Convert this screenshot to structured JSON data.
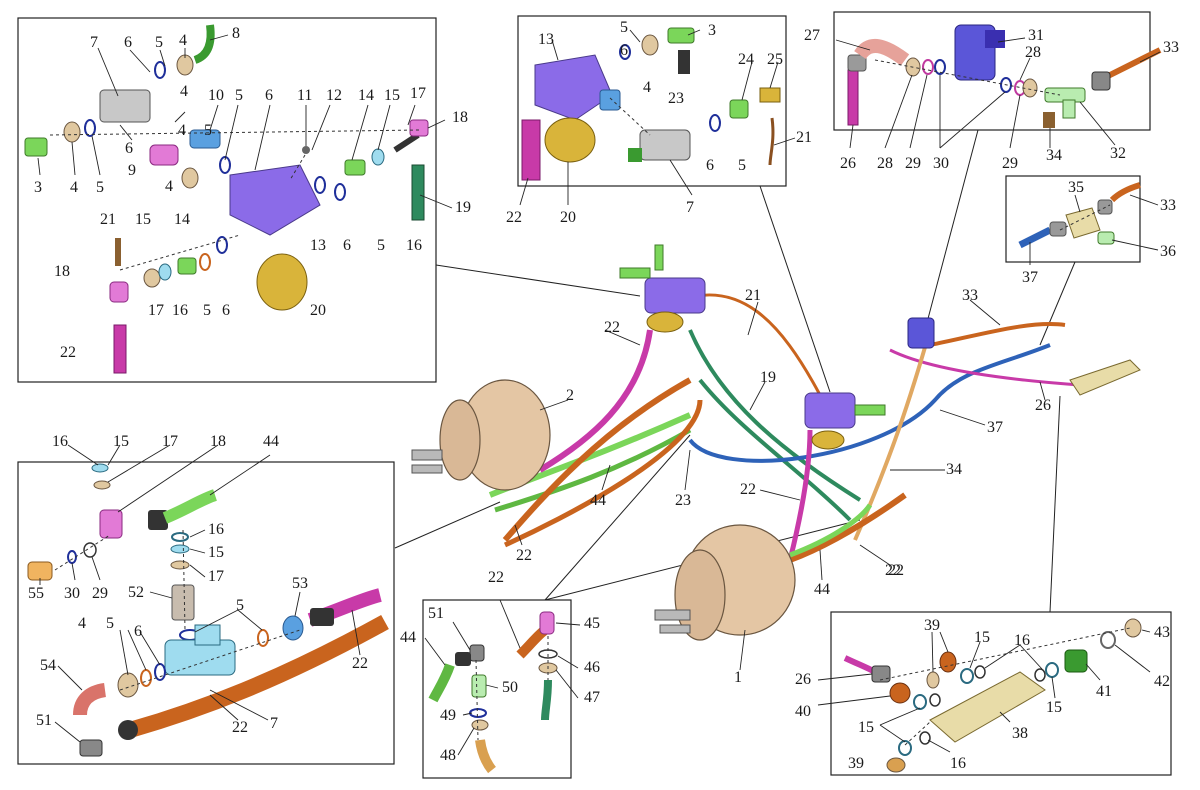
{
  "colors": {
    "valve_purple": "#8b6be8",
    "fitting_green": "#7bd65a",
    "hose_orange": "#c9641e",
    "hose_magenta": "#c83aa8",
    "hose_green": "#2e8a5e",
    "hose_blue": "#2e62b8",
    "hose_tan": "#e0a862",
    "chamber_beige": "#e4c6a4",
    "bolt_gray": "#b9b9b9",
    "filter_yellow": "#d9b43a",
    "tee_cyan": "#9fdcef",
    "block_tan": "#e8dca8",
    "label_black": "#1a1a1a"
  },
  "labels": {
    "a": [
      "7",
      "6",
      "5",
      "4",
      "8",
      "3",
      "4",
      "5",
      "4",
      "6",
      "4",
      "5",
      "10",
      "9",
      "4",
      "5",
      "6",
      "11",
      "12",
      "14",
      "15",
      "17",
      "18",
      "13",
      "6",
      "5",
      "16",
      "19",
      "21",
      "18",
      "15",
      "14",
      "17",
      "16",
      "5",
      "6",
      "20",
      "22"
    ],
    "b": [
      "5",
      "3",
      "6",
      "13",
      "4",
      "23",
      "24",
      "25",
      "22",
      "20",
      "7",
      "6",
      "5",
      "21"
    ],
    "c": [
      "27",
      "31",
      "28",
      "33",
      "26",
      "28",
      "29",
      "30",
      "29",
      "32",
      "34"
    ],
    "d": [
      "35",
      "33",
      "37",
      "36"
    ],
    "e": [
      "16",
      "15",
      "17",
      "18",
      "44",
      "16",
      "15",
      "17",
      "55",
      "30",
      "29",
      "52",
      "5",
      "53",
      "4",
      "5",
      "6",
      "54",
      "7",
      "22",
      "22",
      "51"
    ],
    "f": [
      "51",
      "22",
      "45",
      "44",
      "50",
      "46",
      "47",
      "49",
      "48"
    ],
    "g": [
      "39",
      "15",
      "16",
      "43",
      "26",
      "41",
      "42",
      "40",
      "15",
      "38",
      "15",
      "39",
      "16"
    ],
    "main": [
      "2",
      "21",
      "22",
      "19",
      "22",
      "44",
      "23",
      "22",
      "22",
      "37",
      "33",
      "26",
      "34",
      "1",
      "44",
      "22"
    ]
  }
}
